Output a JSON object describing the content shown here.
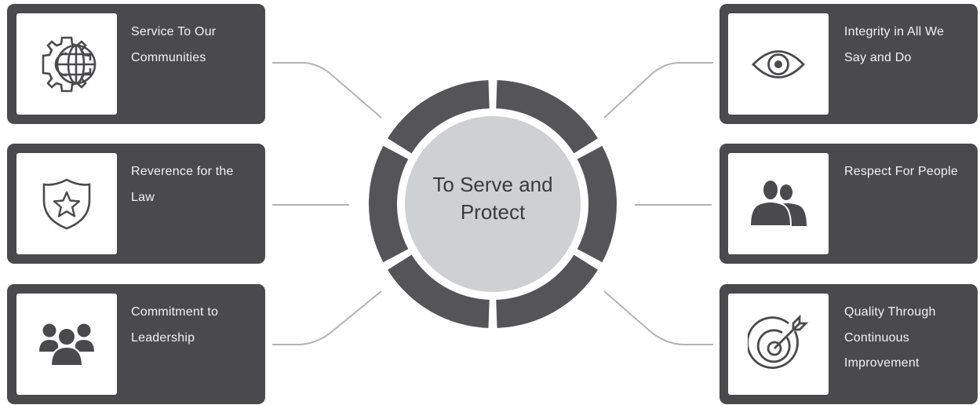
{
  "center": {
    "title": "To Serve and Protect"
  },
  "values": [
    {
      "id": "service",
      "label": "Service To Our Communities",
      "icon": "globe-gear-icon"
    },
    {
      "id": "reverence",
      "label": "Reverence for the Law",
      "icon": "badge-star-icon"
    },
    {
      "id": "leadership",
      "label": "Commitment to Leadership",
      "icon": "group-people-icon"
    },
    {
      "id": "integrity",
      "label": "Integrity in All We Say and Do",
      "icon": "eye-icon"
    },
    {
      "id": "respect",
      "label": "Respect For People",
      "icon": "two-people-icon"
    },
    {
      "id": "quality",
      "label": "Quality Through Continuous Improvement",
      "icon": "target-arrow-icon"
    }
  ],
  "colors": {
    "card": "#4a4a4c",
    "ring": "#555557",
    "center": "#cfd0d1",
    "connector": "#b3b3b3",
    "icon": "#4a4a4c"
  }
}
